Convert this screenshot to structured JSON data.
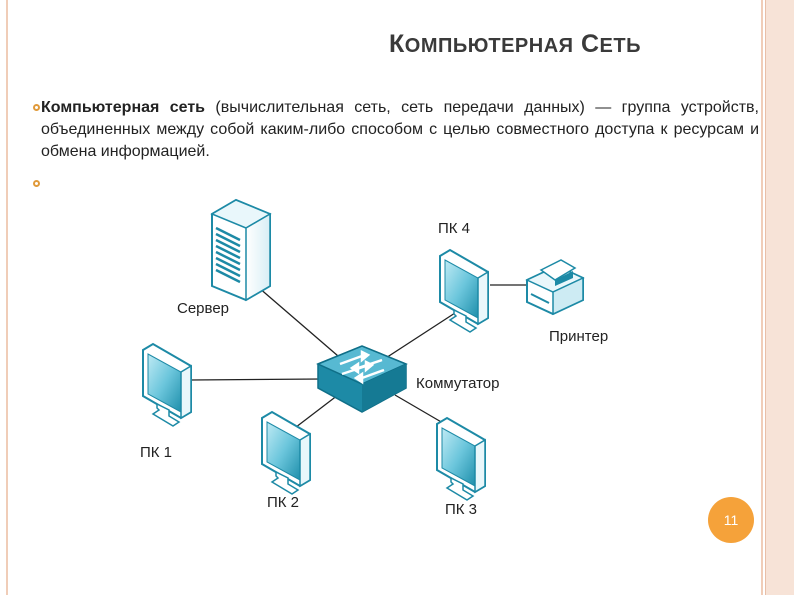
{
  "slide": {
    "title_first": "К",
    "title_rest": "ОМПЬЮТЕРНАЯ",
    "title_first2": "С",
    "title_rest2": "ЕТЬ",
    "term": "Компьютерная сеть",
    "definition": " (вычислительная сеть, сеть передачи данных) — группа устройств, объединенных между собой каким-либо способом с целью совместного доступа к ресурсам и обмена информацией.",
    "page_number": "11"
  },
  "diagram": {
    "server_label": "Сервер",
    "switch_label": "Коммутатор",
    "printer_label": "Принтер",
    "pc1_label": "ПК 1",
    "pc2_label": "ПК 2",
    "pc3_label": "ПК 3",
    "pc4_label": "ПК 4"
  },
  "colors": {
    "accent": "#f5a23a",
    "device_teal": "#1d8aa6",
    "device_light": "#7fd0e2",
    "frame": "#f0cdb8"
  }
}
